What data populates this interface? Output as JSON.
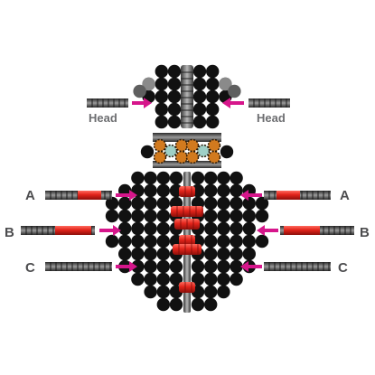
{
  "labels": {
    "head_left": "Head",
    "head_right": "Head",
    "row_a_left": "A",
    "row_a_right": "A",
    "row_b_left": "B",
    "row_b_right": "B",
    "row_c_left": "C",
    "row_c_right": "C"
  },
  "colors": {
    "bead_black": "#111111",
    "bead_red": "#e2231a",
    "bead_gray": "#8a8a8a",
    "bead_orange": "#d27a1e",
    "bead_teal": "#9fd0c7",
    "arrow_magenta": "#d6168b"
  }
}
